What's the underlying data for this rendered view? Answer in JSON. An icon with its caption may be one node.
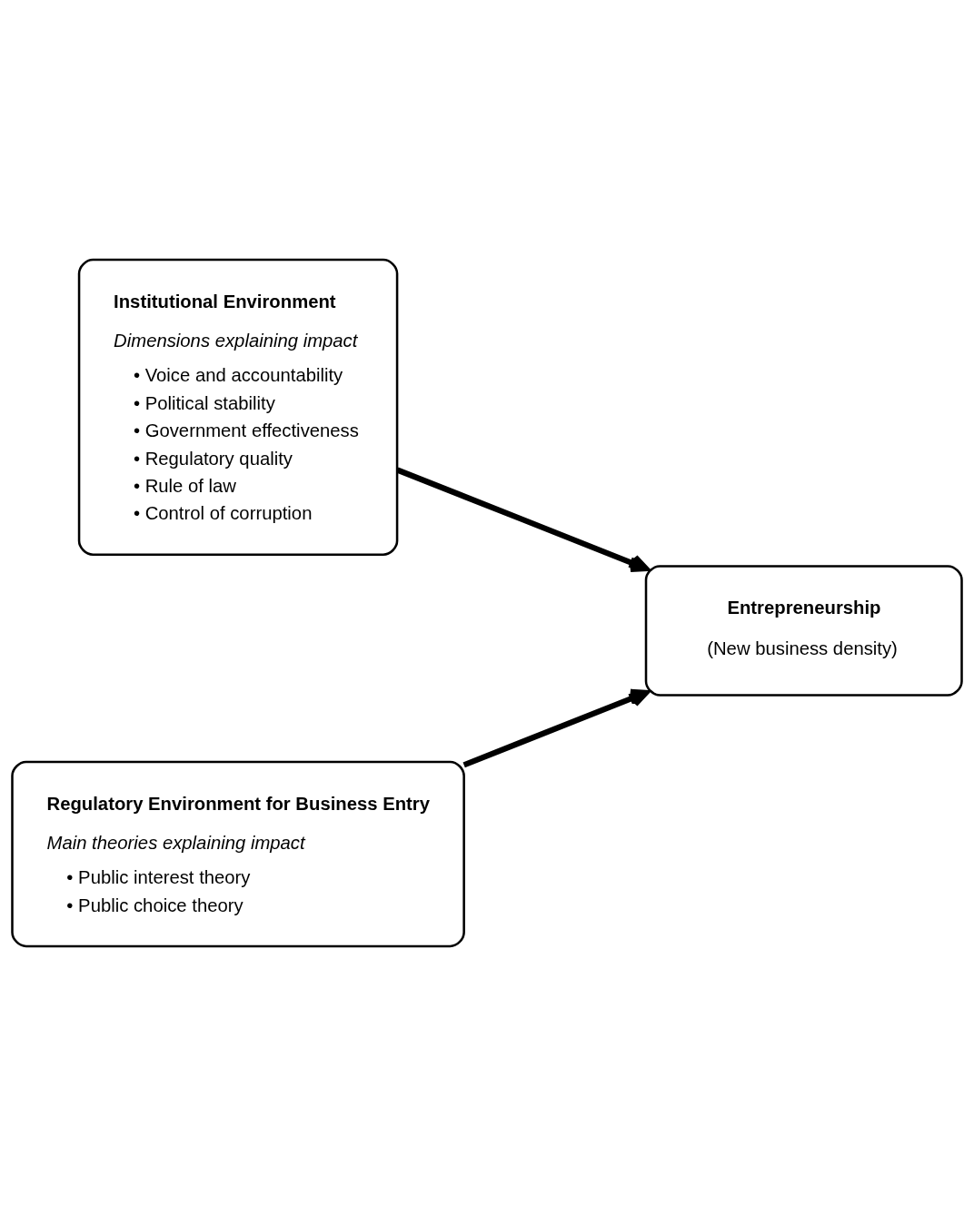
{
  "diagram": {
    "nodes": [
      {
        "text": [
          "Institutional Environment",
          "Dimensions explaining impact",
          "• Voice and accountability",
          "• Political stability",
          "• Government effectiveness",
          "• Regulatory quality",
          "• Rule of law",
          "• Control of corruption"
        ]
      },
      {
        "text": [
          "Entrepreneurship",
          "(New business density)"
        ]
      },
      {
        "text": [
          "Regulatory Environment for Business Entry",
          "Main theories explaining impact",
          "• Public interest theory",
          "• Public choice theory"
        ]
      }
    ],
    "edges": [
      {
        "from": 0,
        "to": 1,
        "arrow": "to"
      },
      {
        "from": 2,
        "to": 1,
        "arrow": "to"
      }
    ]
  }
}
